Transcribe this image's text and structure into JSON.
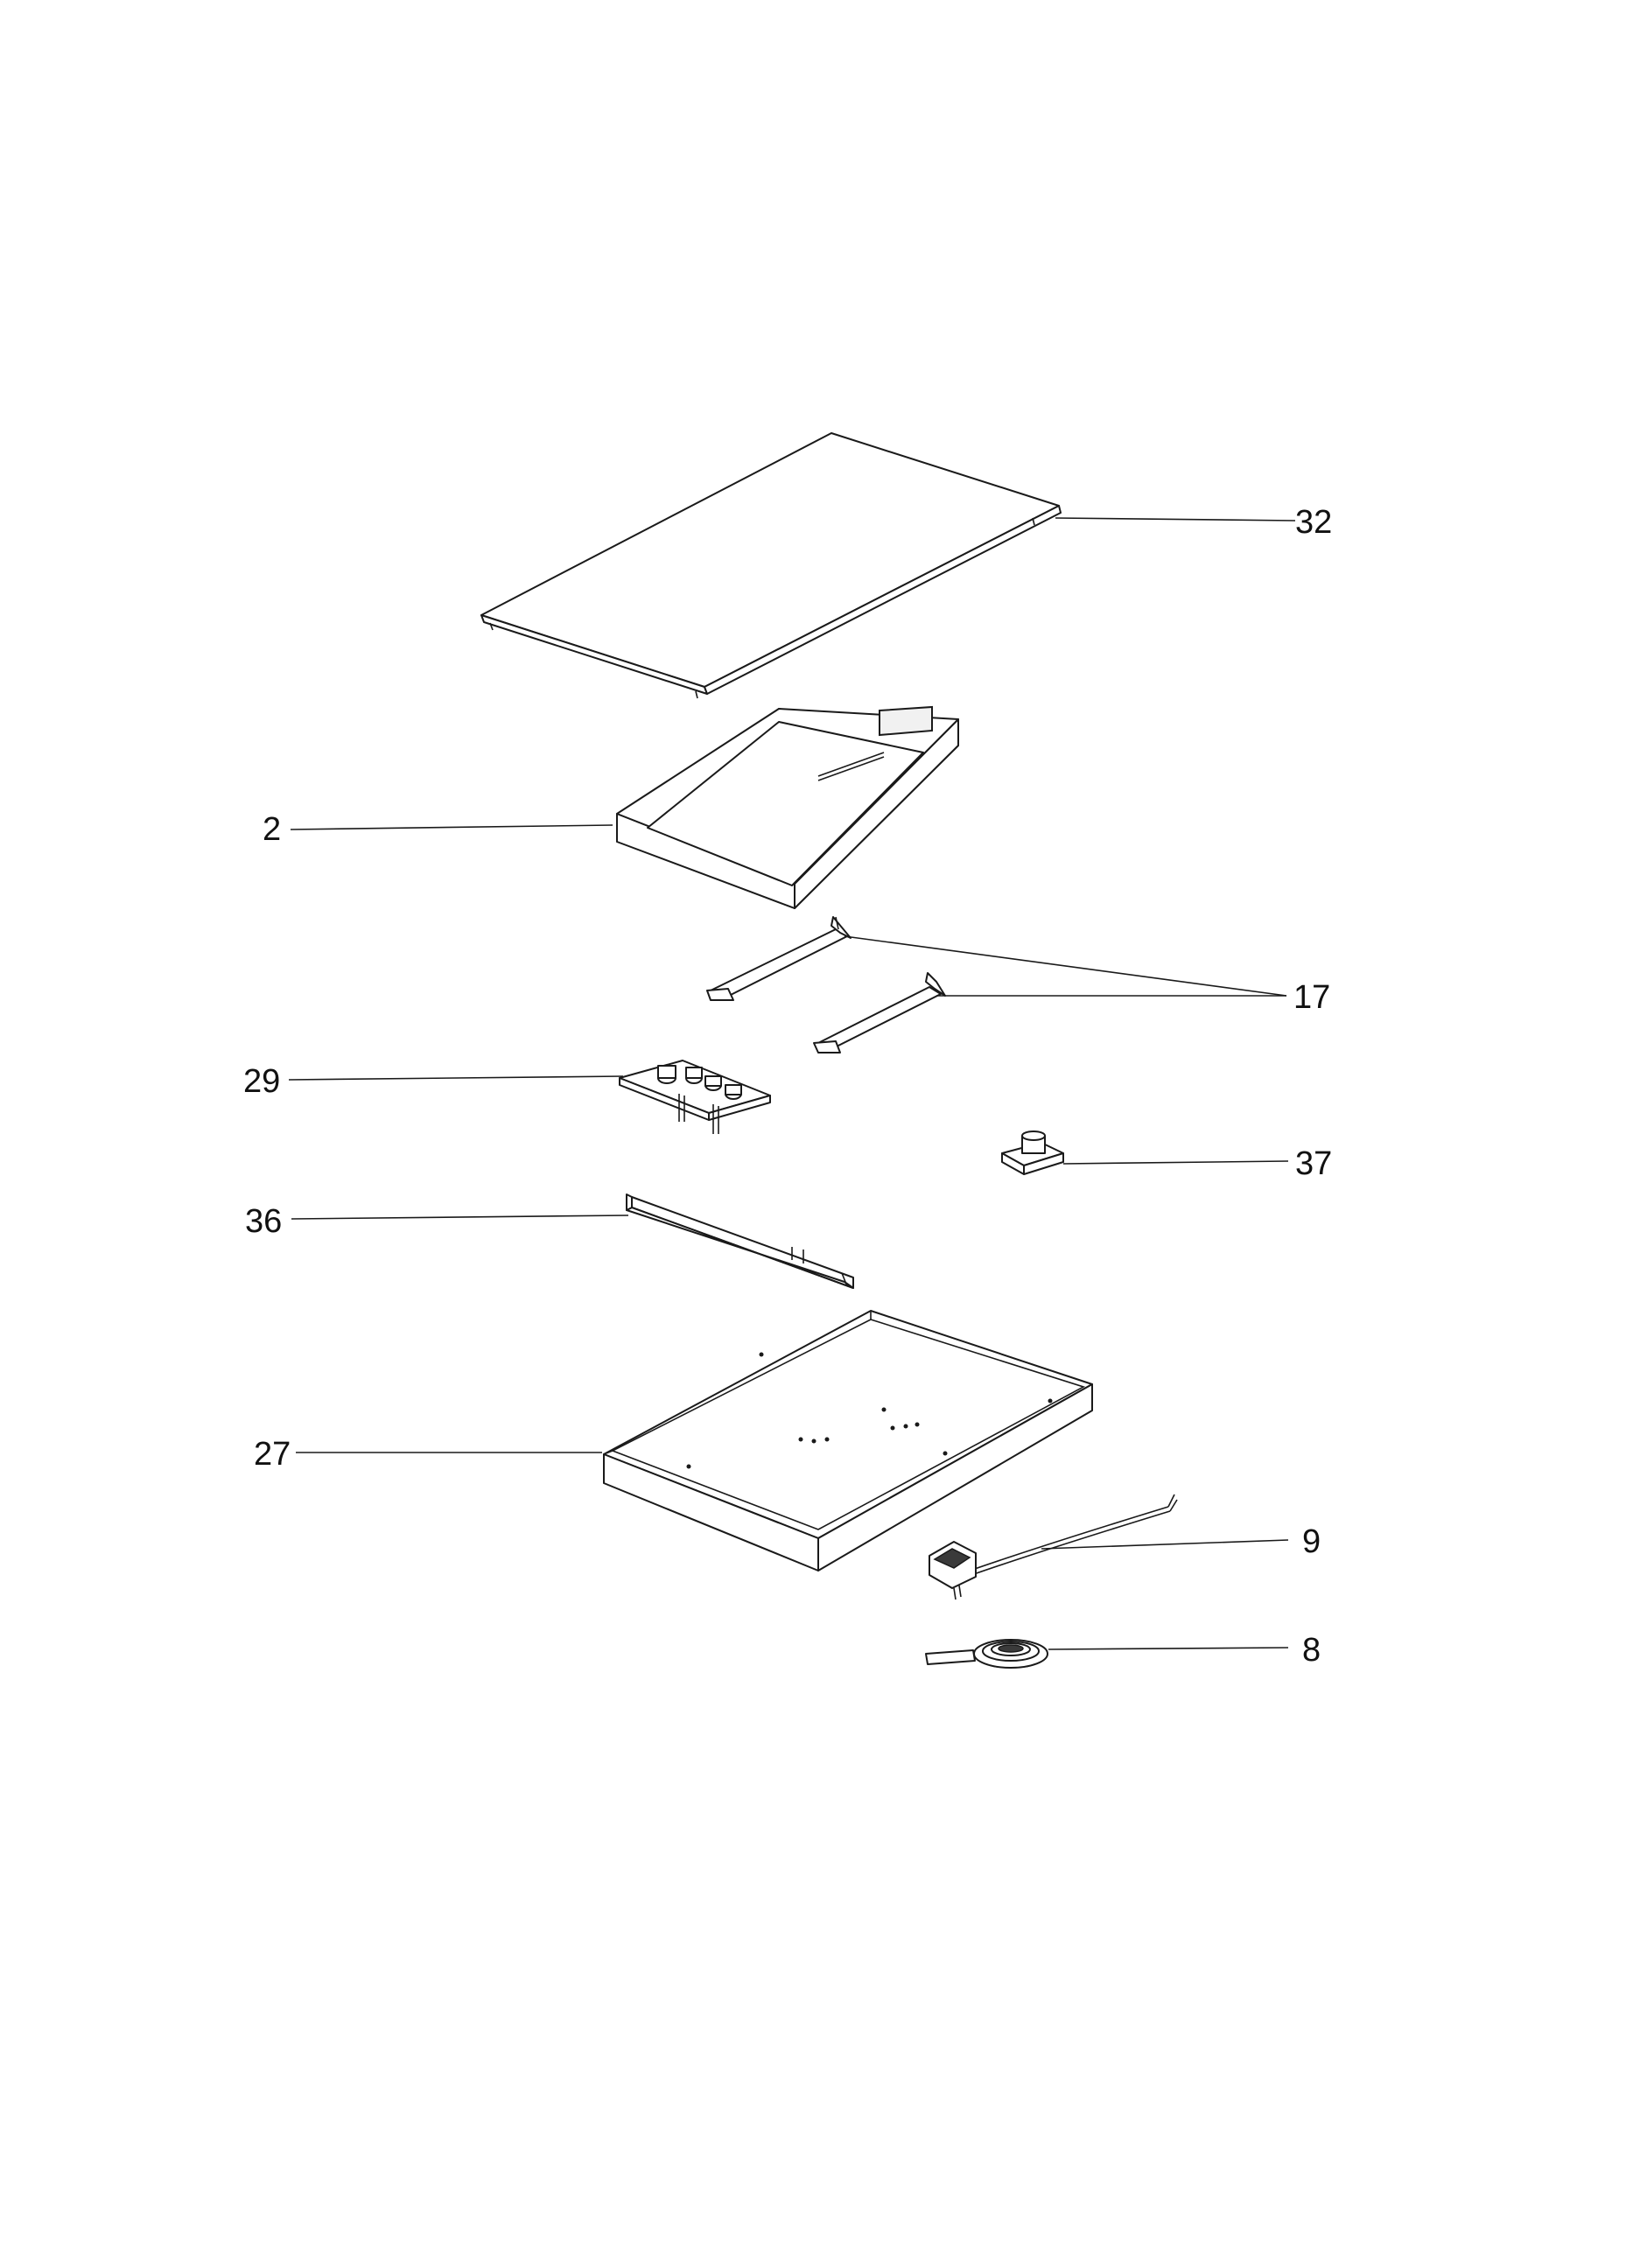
{
  "colors": {
    "line": "#1a1a1a",
    "background": "#ffffff"
  },
  "callouts": {
    "c32": "32",
    "c2": "2",
    "c17": "17",
    "c29": "29",
    "c37": "37",
    "c36": "36",
    "c27": "27",
    "c9": "9",
    "c8": "8"
  }
}
